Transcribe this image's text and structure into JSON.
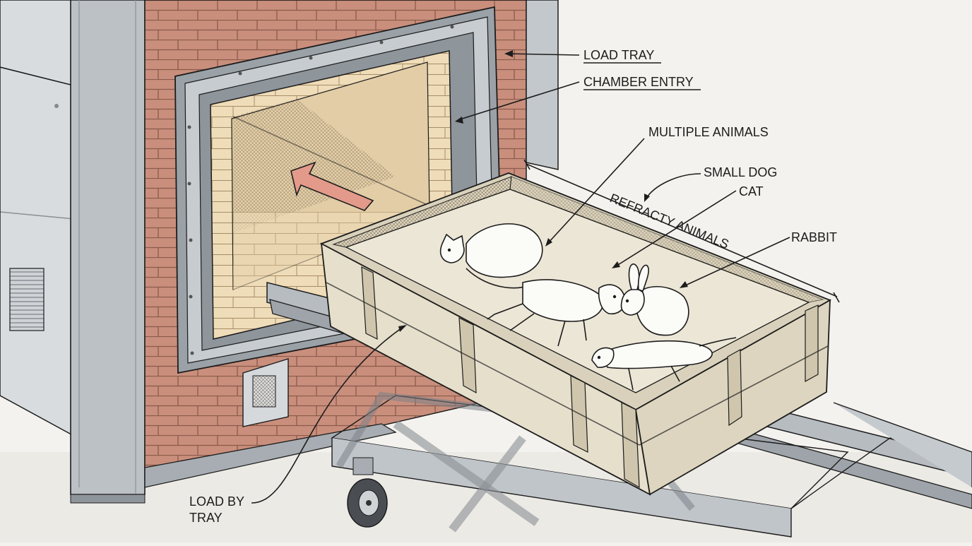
{
  "labels": {
    "load_tray": "LOAD TRAY",
    "chamber_entry": "CHAMBER ENTRY",
    "multiple_animals": "MULTIPLE ANIMALS",
    "small_dog": "SMALL DOG",
    "cat": "CAT",
    "refracty_animals": "REFRACTY ANIMALS",
    "rabbit": "RABBIT",
    "load_by_line1": "LOAD BY",
    "load_by_line2": "TRAY"
  },
  "colors": {
    "brick": "#c98f7c",
    "brick_mortar": "#8a5a4c",
    "steel": "#b9bec3",
    "steel_dark": "#6f767c",
    "firebrick": "#efdcb8",
    "tray": "#e6dfcc",
    "arrow": "#e39a8a",
    "ink": "#1c1c1c"
  },
  "icons": {
    "direction_arrow": "arrow-into-chamber-icon",
    "wheel": "caster-wheel-icon"
  }
}
